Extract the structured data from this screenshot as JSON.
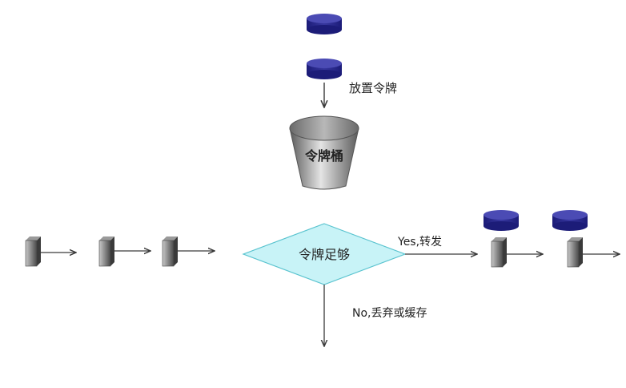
{
  "labels": {
    "put_token": "放置令牌",
    "bucket": "令牌桶",
    "decision": "令牌足够",
    "yes": "Yes,转发",
    "no": "No,丢弃或缓存"
  },
  "colors": {
    "token_top": "#4b4bb4",
    "token_side": "#1c1c78",
    "bucket_dark": "#5a5a5a",
    "bucket_light": "#e4e4e4",
    "packet_dark": "#4a4a4a",
    "packet_light": "#c8c8c8",
    "diamond_fill": "#c8f3f7",
    "diamond_stroke": "#59c3cf",
    "arrow": "#3a3a3a"
  }
}
